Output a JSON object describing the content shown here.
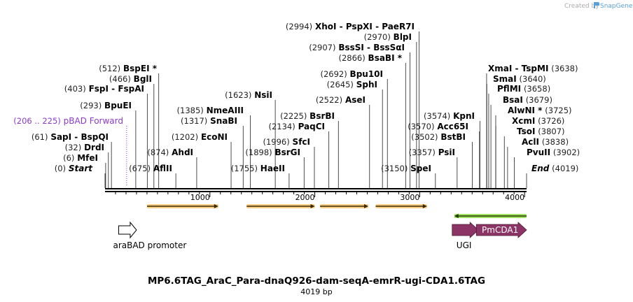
{
  "credit": "Created by",
  "credit_brand": "SnapGene",
  "title": "MP6.6TAG_AraC_Para-dnaQ926-dam-seqA-emrR-ugi-CDA1.6TAG",
  "length": "4019 bp",
  "total_bp": 4019,
  "axis_ticks": [
    {
      "value": 1000,
      "label": "1000"
    },
    {
      "value": 2000,
      "label": "2000"
    },
    {
      "value": 3000,
      "label": "3000"
    },
    {
      "value": 4000,
      "label": "4000"
    }
  ],
  "sites": [
    {
      "pos": 0,
      "pos_label": "(0)",
      "name": "Start",
      "italic": true
    },
    {
      "pos": 6,
      "pos_label": "(6)",
      "name": "MfeI"
    },
    {
      "pos": 32,
      "pos_label": "(32)",
      "name": "DrdI"
    },
    {
      "pos": 61,
      "pos_label": "(61)",
      "name": "SapI",
      "alt": "BspQI"
    },
    {
      "pos": 206,
      "pos_label": "(206 .. 225)",
      "name": "pBAD Forward",
      "primer": true
    },
    {
      "pos": 293,
      "pos_label": "(293)",
      "name": "BpuEI"
    },
    {
      "pos": 403,
      "pos_label": "(403)",
      "name": "FspI",
      "alt": "FspAI"
    },
    {
      "pos": 466,
      "pos_label": "(466)",
      "name": "BglI"
    },
    {
      "pos": 512,
      "pos_label": "(512)",
      "name": "BspEI",
      "star": "*"
    },
    {
      "pos": 675,
      "pos_label": "(675)",
      "name": "AflII"
    },
    {
      "pos": 874,
      "pos_label": "(874)",
      "name": "AhdI"
    },
    {
      "pos": 1202,
      "pos_label": "(1202)",
      "name": "EcoNI"
    },
    {
      "pos": 1317,
      "pos_label": "(1317)",
      "name": "SnaBI"
    },
    {
      "pos": 1385,
      "pos_label": "(1385)",
      "name": "NmeAIII"
    },
    {
      "pos": 1623,
      "pos_label": "(1623)",
      "name": "NsiI"
    },
    {
      "pos": 1755,
      "pos_label": "(1755)",
      "name": "HaeII"
    },
    {
      "pos": 1898,
      "pos_label": "(1898)",
      "name": "BsrGI"
    },
    {
      "pos": 1996,
      "pos_label": "(1996)",
      "name": "SfcI"
    },
    {
      "pos": 2134,
      "pos_label": "(2134)",
      "name": "PaqCI"
    },
    {
      "pos": 2225,
      "pos_label": "(2225)",
      "name": "BsrBI"
    },
    {
      "pos": 2522,
      "pos_label": "(2522)",
      "name": "AseI"
    },
    {
      "pos": 2645,
      "pos_label": "(2645)",
      "name": "SphI"
    },
    {
      "pos": 2692,
      "pos_label": "(2692)",
      "name": "Bpu10I"
    },
    {
      "pos": 2866,
      "pos_label": "(2866)",
      "name": "BsaBI",
      "star": "*"
    },
    {
      "pos": 2907,
      "pos_label": "(2907)",
      "name": "BssSI",
      "alt": "BssSαI"
    },
    {
      "pos": 2970,
      "pos_label": "(2970)",
      "name": "BlpI"
    },
    {
      "pos": 2994,
      "pos_label": "(2994)",
      "name": "XhoI",
      "alt": "PspXI",
      "alt2": "PaeR7I"
    },
    {
      "pos": 3150,
      "pos_label": "(3150)",
      "name": "SpeI"
    },
    {
      "pos": 3357,
      "pos_label": "(3357)",
      "name": "PsiI"
    },
    {
      "pos": 3502,
      "pos_label": "(3502)",
      "name": "BstBI"
    },
    {
      "pos": 3570,
      "pos_label": "(3570)",
      "name": "Acc65I"
    },
    {
      "pos": 3574,
      "pos_label": "(3574)",
      "name": "KpnI"
    },
    {
      "pos": 3638,
      "pos_label": "(3638)",
      "name": "XmaI",
      "alt": "TspMI"
    },
    {
      "pos": 3640,
      "pos_label": "(3640)",
      "name": "SmaI"
    },
    {
      "pos": 3658,
      "pos_label": "(3658)",
      "name": "PflMI"
    },
    {
      "pos": 3679,
      "pos_label": "(3679)",
      "name": "BsaI"
    },
    {
      "pos": 3725,
      "pos_label": "(3725)",
      "name": "AlwNI",
      "star": "*"
    },
    {
      "pos": 3726,
      "pos_label": "(3726)",
      "name": "XcmI"
    },
    {
      "pos": 3807,
      "pos_label": "(3807)",
      "name": "TsoI"
    },
    {
      "pos": 3838,
      "pos_label": "(3838)",
      "name": "AclI"
    },
    {
      "pos": 3902,
      "pos_label": "(3902)",
      "name": "PvuII"
    },
    {
      "pos": 4019,
      "pos_label": "(4019)",
      "name": "End",
      "italic": true
    }
  ],
  "features": [
    {
      "name": "araBAD promoter",
      "start": 130,
      "end": 300,
      "strand": 1,
      "type": "promoter",
      "color": "#ffffff"
    },
    {
      "name": "UGI",
      "start": 3310,
      "end": 3560,
      "strand": 1,
      "type": "cds",
      "color": "#8b3465"
    },
    {
      "name": "PmCDA1",
      "start": 3540,
      "end": 4019,
      "strand": 1,
      "type": "cds",
      "color": "#8b3465"
    }
  ],
  "orange_segments": [
    {
      "start": 400,
      "end": 1080
    },
    {
      "start": 1350,
      "end": 2000
    },
    {
      "start": 2050,
      "end": 2510
    },
    {
      "start": 2580,
      "end": 3070
    }
  ],
  "green_segment": {
    "start": 3330,
    "end": 4019
  },
  "colors": {
    "primer": "#8a3bc9",
    "orange": "#f5a623",
    "green": "#7ed321",
    "cds": "#8b3465",
    "credit_brand": "#5aa0d8"
  }
}
